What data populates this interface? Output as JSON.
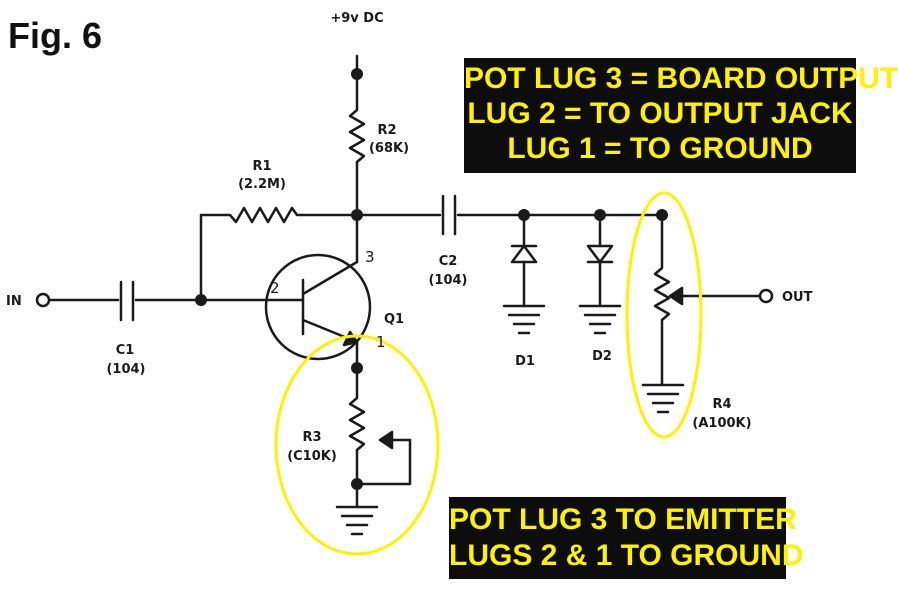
{
  "figure_label": "Fig. 6",
  "supply_label": "+9v DC",
  "input_label": "IN",
  "output_label": "OUT",
  "components": {
    "R1": {
      "name": "R1",
      "value": "(2.2M)"
    },
    "R2": {
      "name": "R2",
      "value": "(68K)"
    },
    "R3": {
      "name": "R3",
      "value": "(C10K)"
    },
    "R4": {
      "name": "R4",
      "value": "(A100K)"
    },
    "C1": {
      "name": "C1",
      "value": "(104)"
    },
    "C2": {
      "name": "C2",
      "value": "(104)"
    },
    "D1": {
      "name": "D1"
    },
    "D2": {
      "name": "D2"
    },
    "Q1": {
      "name": "Q1",
      "pins": [
        "1",
        "2",
        "3"
      ]
    }
  },
  "notes": {
    "top": [
      "POT LUG 3 = BOARD OUTPUT",
      "LUG 2 = TO OUTPUT JACK",
      "LUG 1 = TO GROUND"
    ],
    "bottom": [
      "POT LUG 3 TO EMITTER",
      "LUGS 2 & 1 TO GROUND"
    ]
  },
  "colors": {
    "highlight": "#fff200",
    "note_background": "#0d0d0d",
    "wire": "#1a1a1a"
  }
}
